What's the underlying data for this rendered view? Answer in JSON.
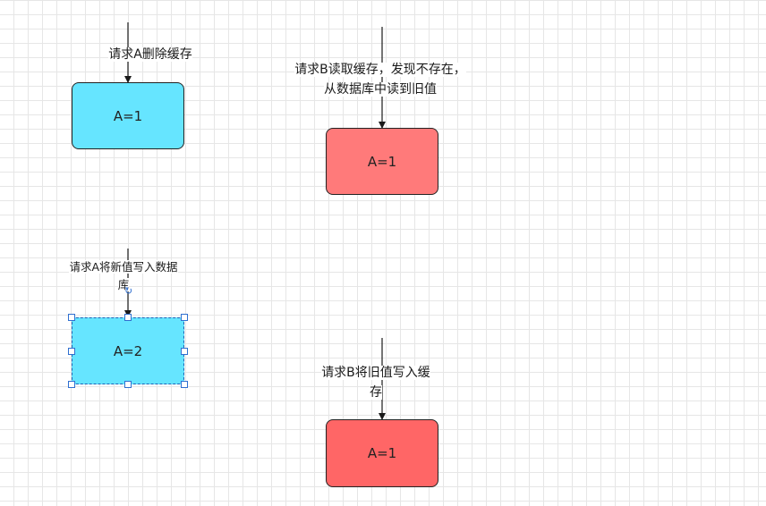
{
  "diagram": {
    "nodes": {
      "n1": {
        "label": "A=1",
        "fill": "#66e5ff"
      },
      "n2": {
        "label": "A=1",
        "fill": "#ff7a7a"
      },
      "n3": {
        "label": "A=2",
        "fill": "#66e5ff"
      },
      "n4": {
        "label": "A=1",
        "fill": "#ff6666"
      }
    },
    "edge_labels": {
      "e1": "请求A删除缓存",
      "e2_line1": "请求B读取缓存，发现不存在，",
      "e2_line2": "从数据库中读到旧值",
      "e3_line1": "请求A将新值写入数据",
      "e3_line2": "库",
      "e4_line1": "请求B将旧值写入缓",
      "e4_line2": "存"
    },
    "selection": {
      "selected_node": "n3",
      "handle_color": "#2f6fd0"
    }
  }
}
